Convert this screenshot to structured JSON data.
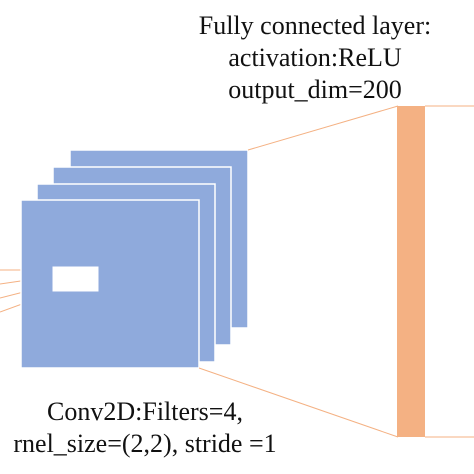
{
  "fc_layer": {
    "line1": "Fully connected layer:",
    "line2": "activation:ReLU",
    "line3": "output_dim=200"
  },
  "conv_layer": {
    "line1": "Conv2D:Filters=4,",
    "line2": "rnel_size=(2,2), stride =1"
  },
  "colors": {
    "feature_map_fill": "#8faadc",
    "feature_map_border": "#ffffff",
    "dense_layer_fill": "#f4b183",
    "connector_line": "#f4b183",
    "kernel_window": "#ffffff"
  }
}
